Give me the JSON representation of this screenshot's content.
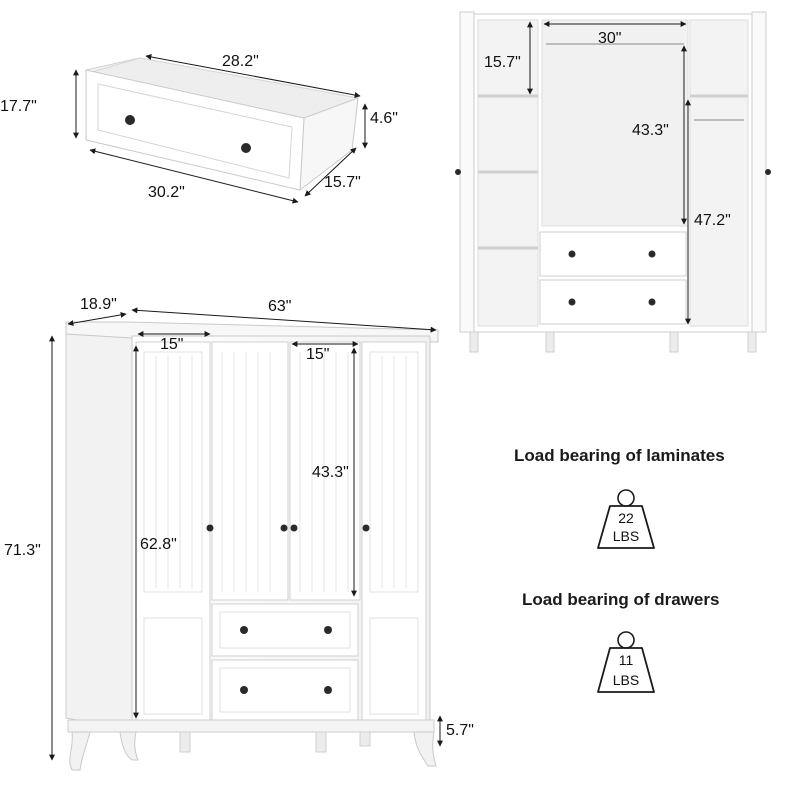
{
  "dimensions": {
    "drawer": {
      "height": "17.7\"",
      "width_top": "28.2\"",
      "front_height": "4.6\"",
      "width_bottom": "30.2\"",
      "depth": "15.7\""
    },
    "interior": {
      "top_shelf": "15.7\"",
      "rod_width": "30\"",
      "hanging_height": "43.3\"",
      "right_height": "47.2\""
    },
    "front": {
      "depth": "18.9\"",
      "width": "63\"",
      "left_door_width": "15\"",
      "center_door_width": "15\"",
      "center_height": "43.3\"",
      "door_height": "62.8\"",
      "total_height": "71.3\"",
      "leg_height": "5.7\""
    }
  },
  "load": {
    "laminates": {
      "title": "Load bearing of laminates",
      "value": "22",
      "unit": "LBS"
    },
    "drawers": {
      "title": "Load bearing of drawers",
      "value": "11",
      "unit": "LBS"
    }
  },
  "colors": {
    "line": "#1a1a1a",
    "panel": "#ffffff",
    "edge": "#cfcfcf",
    "shadow": "#e9e9e9"
  }
}
